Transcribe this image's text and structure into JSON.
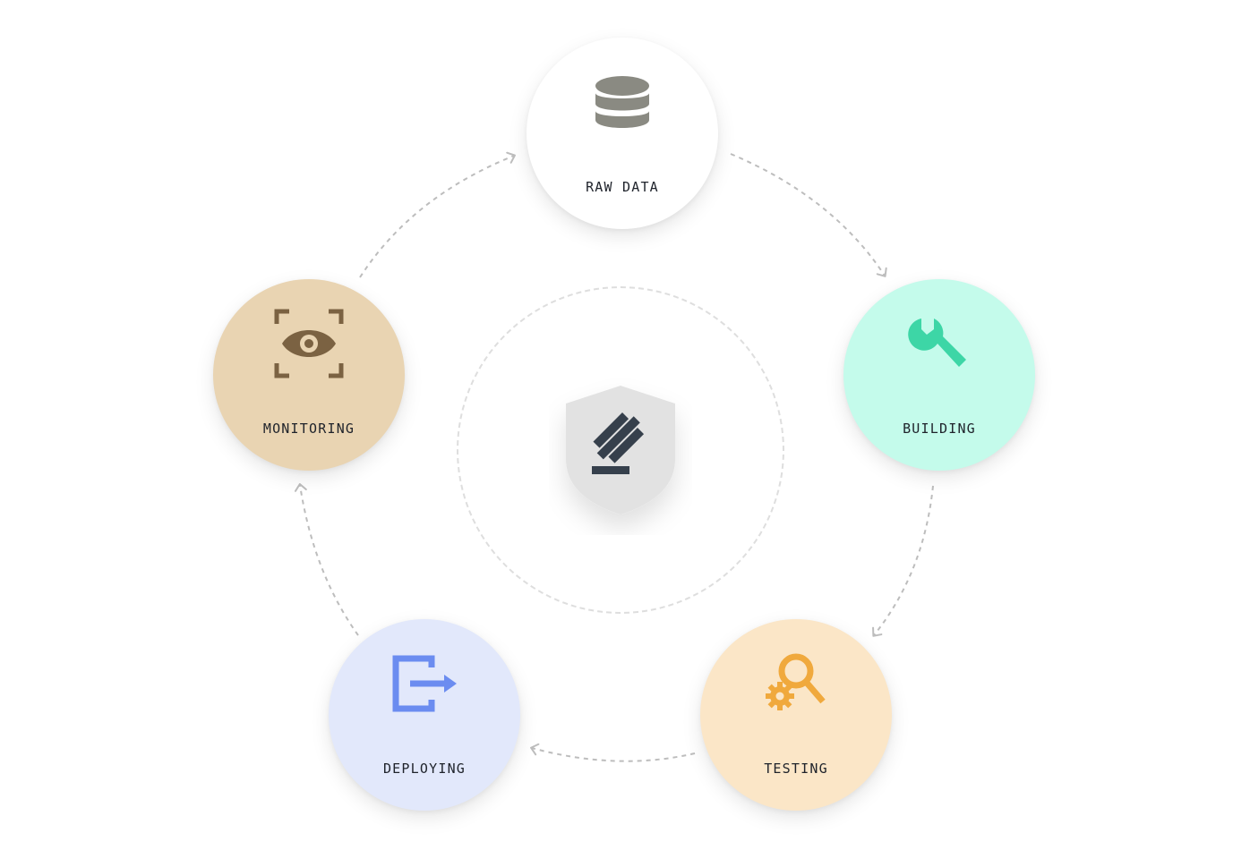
{
  "nodes": {
    "raw_data": {
      "label": "RAW DATA",
      "bg": "#ffffff",
      "icon": "database-icon",
      "icon_color": "#8a8a82"
    },
    "building": {
      "label": "BUILDING",
      "bg": "#c4fbeb",
      "icon": "wrench-icon",
      "icon_color": "#3dd6a6"
    },
    "testing": {
      "label": "TESTING",
      "bg": "#fbe6c7",
      "icon": "search-gear-icon",
      "icon_color": "#f0a93d"
    },
    "deploying": {
      "label": "DEPLOYING",
      "bg": "#e2e8fb",
      "icon": "export-icon",
      "icon_color": "#6b8cf0"
    },
    "monitoring": {
      "label": "MONITORING",
      "bg": "#e9d4b2",
      "icon": "eye-focus-icon",
      "icon_color": "#7b6242"
    }
  },
  "center": {
    "icon": "gavel-shield-icon",
    "shield_color": "#e2e2e2",
    "gavel_color": "#36404c"
  },
  "connector_color": "#bdbdbd"
}
